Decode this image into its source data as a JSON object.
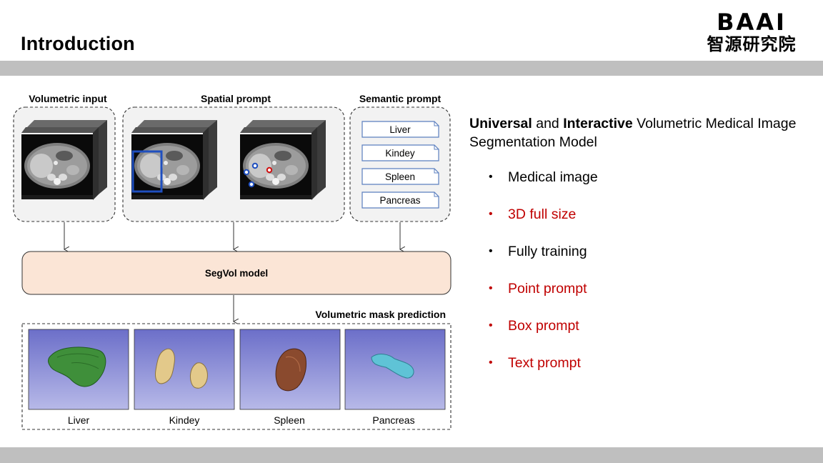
{
  "slide": {
    "title": "Introduction",
    "logo_en": "BAAI",
    "logo_cn": "智源研究院"
  },
  "figure": {
    "labels": {
      "volumetric_input": "Volumetric input",
      "spatial_prompt": "Spatial prompt",
      "semantic_prompt": "Semantic prompt",
      "model": "SegVol model",
      "mask_prediction": "Volumetric mask prediction"
    },
    "semantic_prompts": [
      "Liver",
      "Kindey",
      "Spleen",
      "Pancreas"
    ],
    "mask_labels": [
      "Liver",
      "Kindey",
      "Spleen",
      "Pancreas"
    ]
  },
  "content": {
    "heading": {
      "bold1": "Universal",
      "text1": " and ",
      "bold2": "Interactive",
      "text2": " Volumetric Medical Image Segmentation Model"
    },
    "bullets": [
      {
        "text": "Medical image",
        "color": "#000000"
      },
      {
        "text": "3D full size",
        "color": "#c00000"
      },
      {
        "text": "Fully training",
        "color": "#000000"
      },
      {
        "text": "Point prompt",
        "color": "#c00000"
      },
      {
        "text": "Box prompt",
        "color": "#c00000"
      },
      {
        "text": "Text prompt",
        "color": "#c00000"
      }
    ]
  },
  "colors": {
    "accent_red": "#c00000",
    "band_gray": "#bfbfbf",
    "model_fill": "#fbe5d6",
    "panel_blue": "#8a8ed6"
  }
}
